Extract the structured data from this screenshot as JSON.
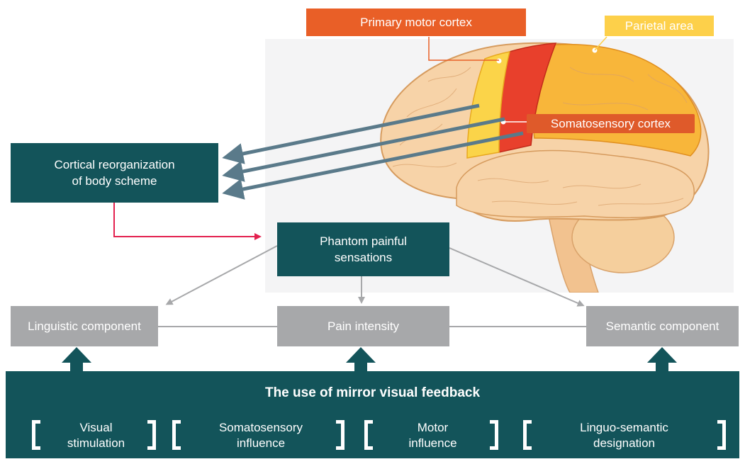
{
  "brain_labels": {
    "primary_motor_cortex": "Primary motor cortex",
    "parietal_area": "Parietal area",
    "somatosensory_cortex": "Somatosensory cortex"
  },
  "nodes": {
    "cortical_reorganization": [
      "Cortical reorganization",
      "of body scheme"
    ],
    "phantom_pain": [
      "Phantom painful",
      "sensations"
    ],
    "linguistic_component": "Linguistic component",
    "pain_intensity": "Pain intensity",
    "semantic_component": "Semantic component"
  },
  "mirror_feedback": {
    "title": "The use of mirror visual feedback",
    "items": [
      {
        "line1": "Visual",
        "line2": "stimulation"
      },
      {
        "line1": "Somatosensory",
        "line2": "influence"
      },
      {
        "line1": "Motor",
        "line2": "influence"
      },
      {
        "line1": "Linguo-semantic",
        "line2": "designation"
      }
    ]
  },
  "colors": {
    "teal": "#13545a",
    "grey": "#a7a8aa",
    "orange": "#e95f27",
    "yellow": "#fdd04a",
    "red_arrow": "#e3214f",
    "blue_arrow": "#5a7a8a"
  }
}
